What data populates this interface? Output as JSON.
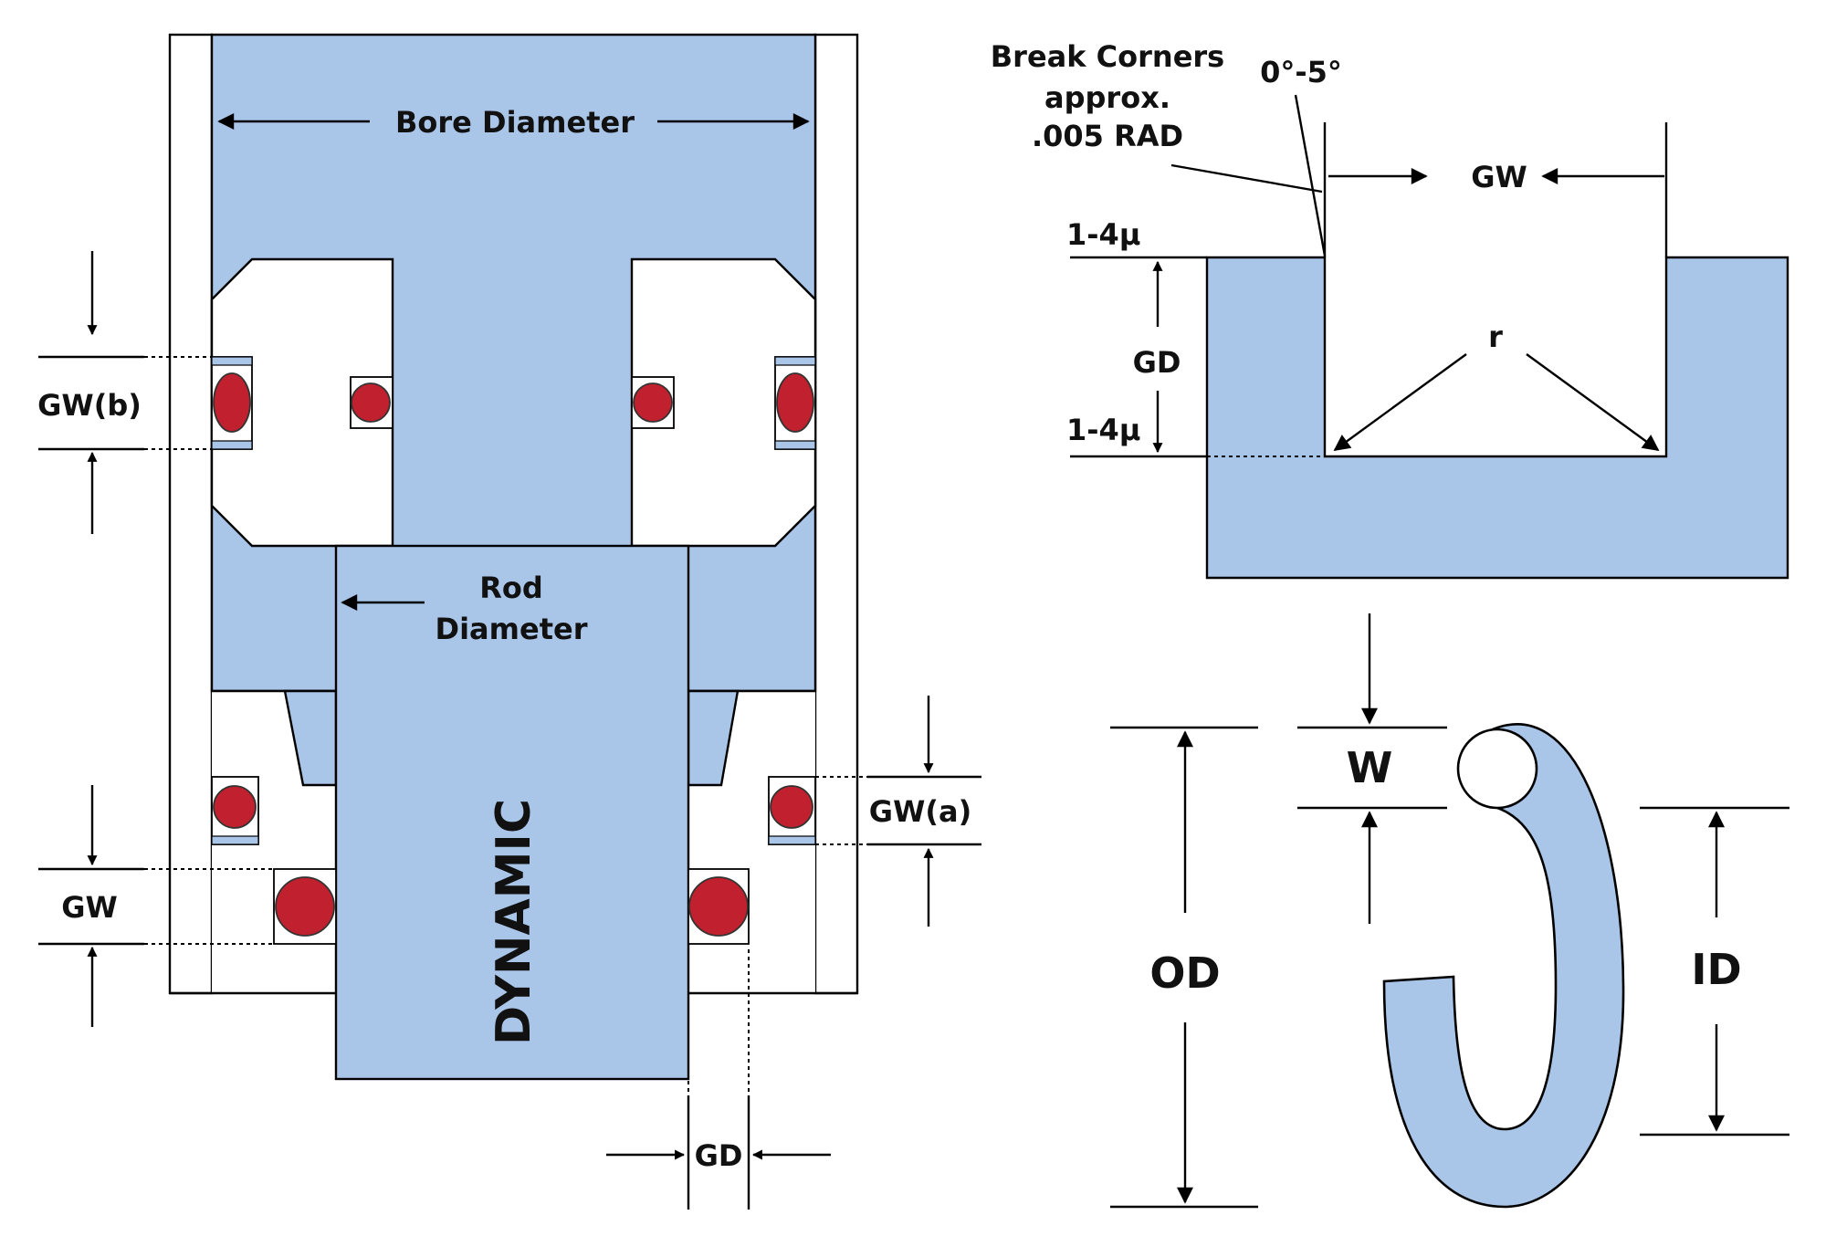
{
  "colors": {
    "fill": "#a9c5e8",
    "oring": "#c1202e",
    "oring_outline": "#333333",
    "line": "#000000",
    "background": "#ffffff"
  },
  "gland_assembly": {
    "bore_label": "Bore Diameter",
    "rod_label_line1": "Rod",
    "rod_label_line2": "Diameter",
    "dynamic_label": "DYNAMIC",
    "gwb_label": "GW(b)",
    "gwa_label": "GW(a)",
    "gw_label": "GW",
    "gd_label": "GD"
  },
  "groove_detail": {
    "break_line1": "Break Corners",
    "break_line2": "approx.",
    "break_line3": ".005 RAD",
    "angle_label": "0°-5°",
    "gw_label": "GW",
    "finish_top": "1-4μ",
    "finish_bottom": "1-4μ",
    "gd_label": "GD",
    "r_label": "r"
  },
  "oring_detail": {
    "w_label": "W",
    "od_label": "OD",
    "id_label": "ID"
  }
}
